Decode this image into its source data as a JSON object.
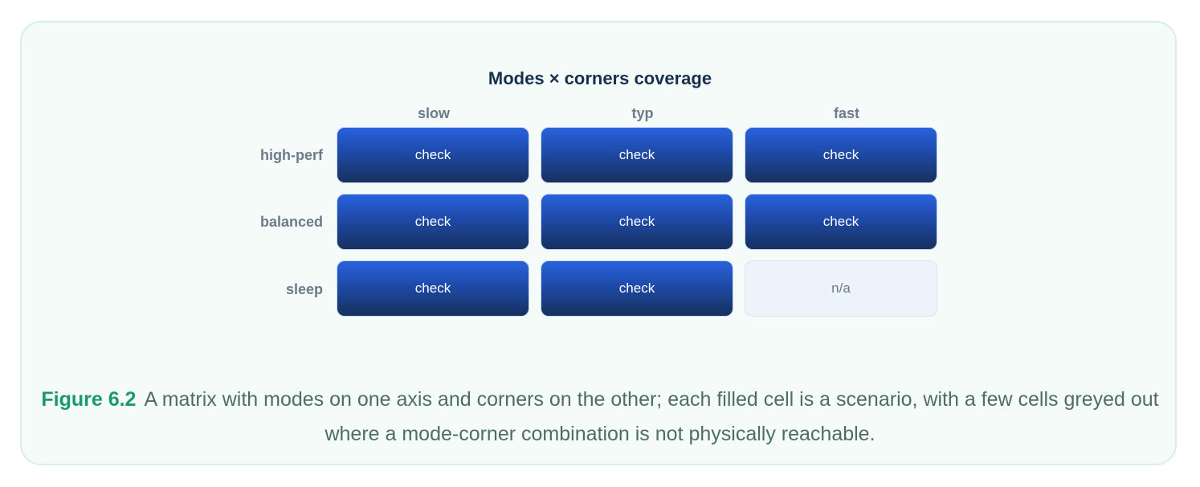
{
  "diagram": {
    "title": "Modes × corners coverage",
    "columns": [
      "slow",
      "typ",
      "fast"
    ],
    "rows": [
      "high-perf",
      "balanced",
      "sleep"
    ],
    "cells": [
      [
        {
          "label": "check",
          "state": "filled"
        },
        {
          "label": "check",
          "state": "filled"
        },
        {
          "label": "check",
          "state": "filled"
        }
      ],
      [
        {
          "label": "check",
          "state": "filled"
        },
        {
          "label": "check",
          "state": "filled"
        },
        {
          "label": "check",
          "state": "filled"
        }
      ],
      [
        {
          "label": "check",
          "state": "filled"
        },
        {
          "label": "check",
          "state": "filled"
        },
        {
          "label": "n/a",
          "state": "empty"
        }
      ]
    ],
    "colors": {
      "filled_top": "#2962de",
      "filled_bottom": "#17305d",
      "empty_bg": "#edf3fb",
      "accent": "#1a9a6c"
    }
  },
  "caption": {
    "figure_label": "Figure 6.2",
    "text": "A matrix with modes on one axis and corners on the other; each filled cell is a scenario, with a few cells greyed out where a mode-corner combination is not physically reachable."
  }
}
